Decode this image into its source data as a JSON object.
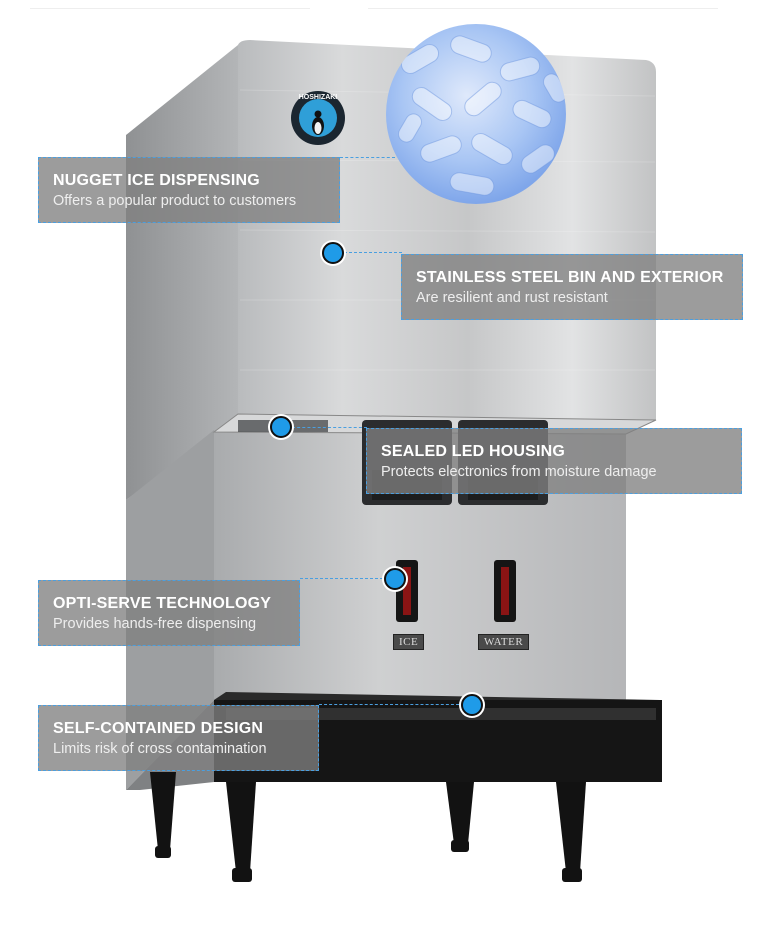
{
  "brand": {
    "logo_text": "HOSHIZAKI"
  },
  "callouts": [
    {
      "title": "NUGGET ICE DISPENSING",
      "desc": "Offers a popular product to customers"
    },
    {
      "title": "STAINLESS STEEL BIN AND EXTERIOR",
      "desc": "Are resilient and rust resistant"
    },
    {
      "title": "SEALED LED HOUSING",
      "desc": "Protects electronics from moisture damage"
    },
    {
      "title": "OPTI-SERVE TECHNOLOGY",
      "desc": "Provides hands-free dispensing"
    },
    {
      "title": "SELF-CONTAINED DESIGN",
      "desc": "Limits risk of cross contamination"
    }
  ],
  "controls": {
    "ice_label": "ICE",
    "water_label": "WATER"
  },
  "colors": {
    "accent": "#1f9be8",
    "callout_bg": "#808080",
    "callout_border": "#4a9fe0"
  }
}
